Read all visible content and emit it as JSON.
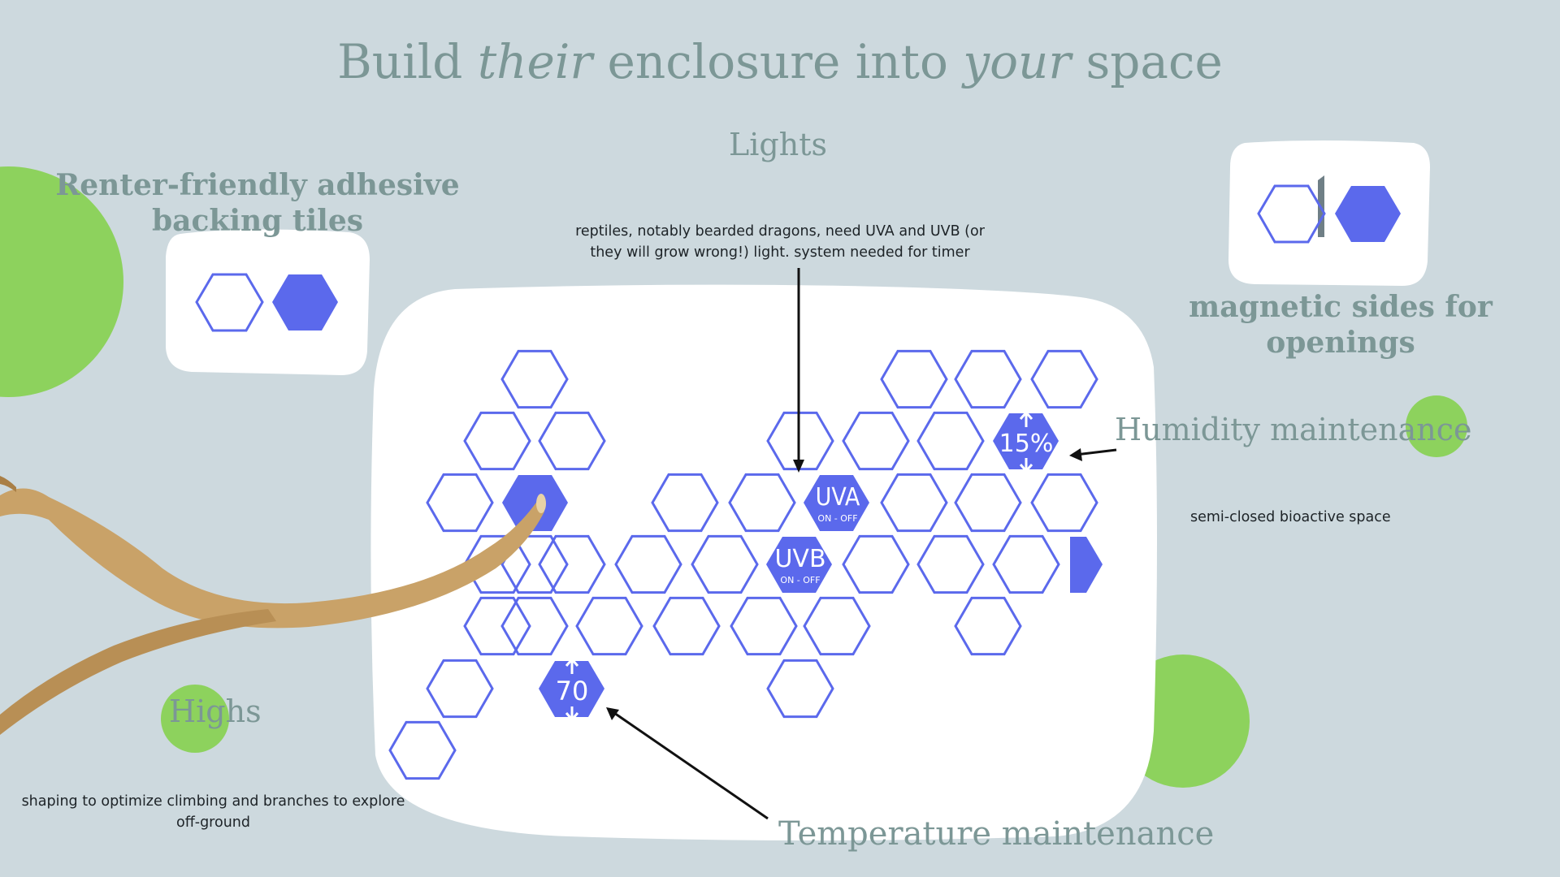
{
  "title": {
    "part1": "Build ",
    "em1": "their",
    "part2": " enclosure into ",
    "em2": "your",
    "part3": " space"
  },
  "features": {
    "lights": {
      "heading": "Lights",
      "description": "reptiles, notably bearded dragons, need UVA and UVB (or they will grow wrong!) light. system needed for timer"
    },
    "renter": {
      "heading": "Renter-friendly adhesive backing tiles"
    },
    "magnetic": {
      "heading": "magnetic sides for openings"
    },
    "humidity": {
      "heading": "Humidity maintenance",
      "description": "semi-closed bioactive space"
    },
    "highs": {
      "heading": "Highs",
      "description": "shaping to optimize climbing and branches to explore off-ground"
    },
    "temperature": {
      "heading": "Temperature maintenance"
    }
  },
  "tiles": {
    "uva": {
      "label": "UVA",
      "sub": "ON - OFF"
    },
    "uvb": {
      "label": "UVB",
      "sub": "ON - OFF"
    },
    "humidity_reading": "15%",
    "temperature_reading": "70"
  },
  "colors": {
    "background": "#cdd9de",
    "accent_blue": "#5b69ec",
    "accent_green": "#8dd25d",
    "heading_teal": "#7c9796"
  }
}
